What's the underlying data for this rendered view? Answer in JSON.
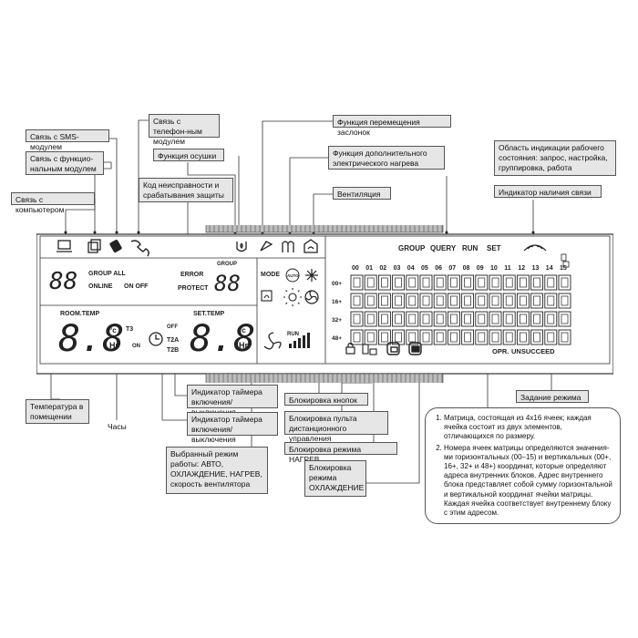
{
  "callouts": {
    "sms": "Связь с SMS-модулем",
    "functional": "Связь с функцио-нальным модулем",
    "computer": "Связь с компьютером",
    "phone": "Связь с телефон-ным модулем",
    "drying": "Функция осушки",
    "fault": "Код неисправности и срабатывания защиты",
    "louver": "Функция перемещения заслонок",
    "heater": "Функция дополнительного электрического нагрева",
    "ventilation": "Вентиляция",
    "status_area": "Область индикации рабочего состояния: запрос, настройка, группировка, работа",
    "link": "Индикатор наличия связи",
    "room_temp": "Температура в помещении",
    "clock": "Часы",
    "timer_on": "Индикатор таймера включения/выключения",
    "timer_off": "Индикатор таймера включения/выключения",
    "modes": "Выбранный режим работы: АВТО, ОХЛАЖДЕНИЕ, НАГРЕВ, скорость вентилятора",
    "key_lock": "Блокировка кнопок",
    "remote_lock": "Блокировка пульта дистанционного управления",
    "heat_lock": "Блокировка режима НАГРЕВ",
    "cool_lock": "Блокировка режима ОХЛАЖДЕНИЕ",
    "mode_set": "Задание режима"
  },
  "note_items": [
    "Матрица, состоящая из 4x16 ячеек; каждая ячейка состоит из двух элементов, отличающихся по размеру.",
    "Номера ячеек матрицы определяются значения-ми горизонтальных (00–15) и вертикальных (00+, 16+, 32+ и 48+) координат, которые определяют адреса внутренних блоков. Адрес внутреннего блока представляет собой сумму горизонтальной и вертикальной координат ячейки матрицы. Каждая ячейка соответствует внутреннему блоку с этим адресом."
  ],
  "lcd": {
    "group_all": "GROUP ALL",
    "online": "ONLINE",
    "on_off": "ON OFF",
    "error": "ERROR",
    "protect": "PROTECT",
    "group": "GROUP",
    "room_temp": "ROOM.TEMP",
    "set_temp": "SET.TEMP",
    "temp_digits": "8.8",
    "two_digits": "88",
    "deg": "°c",
    "hr": "Hr",
    "t3": "T3",
    "on": "ON",
    "off": "OFF",
    "t2a": "T2A",
    "t2b": "T2B",
    "mode": "MODE",
    "auto": "AUTO",
    "run": "RUN",
    "status_group": "GROUP",
    "status_query": "QUERY",
    "status_run": "RUN",
    "status_set": "SET",
    "opr": "OPR.",
    "unsucceed": "UNSUCCEED",
    "col_labels": [
      "00",
      "01",
      "02",
      "03",
      "04",
      "05",
      "06",
      "07",
      "08",
      "09",
      "10",
      "11",
      "12",
      "13",
      "14",
      "15"
    ],
    "row_labels": [
      "00+",
      "16+",
      "32+",
      "48+"
    ]
  }
}
